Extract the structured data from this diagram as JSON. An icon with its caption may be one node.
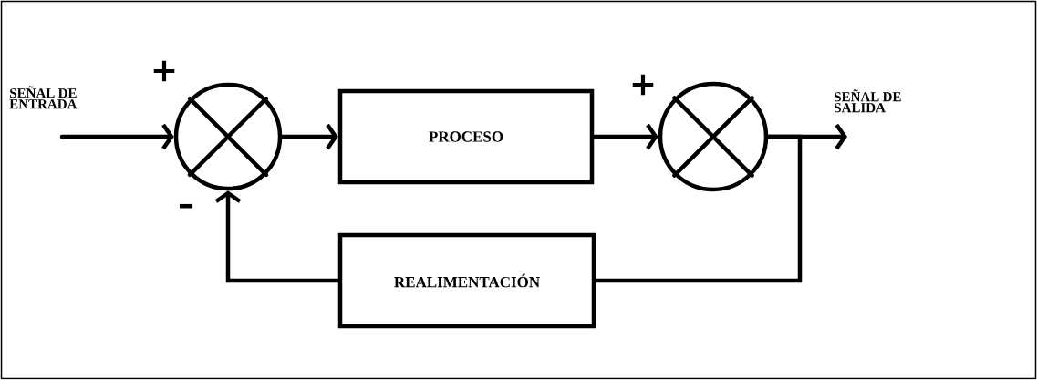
{
  "diagram": {
    "nodes": [
      {
        "text": [],
        "shape": "circle"
      },
      {
        "text": [
          "PROCESO"
        ]
      },
      {
        "text": [],
        "shape": "circle"
      },
      {
        "text": [
          "REALIMENTACIÓN"
        ]
      }
    ],
    "edges": [
      {
        "from": null,
        "to": 0,
        "arrow": "to"
      },
      {
        "from": 0,
        "to": 1,
        "arrow": "to"
      },
      {
        "from": 1,
        "to": 2,
        "arrow": "to"
      },
      {
        "from": 2,
        "to": null,
        "arrow": "to"
      },
      {
        "from": 2,
        "to": 3,
        "arrow": "none"
      },
      {
        "from": 3,
        "to": 0,
        "arrow": "to"
      }
    ],
    "labels": [
      "SEÑAL DE ENTRADA",
      "+",
      "–",
      "+",
      "SEÑAL DE SALIDA"
    ]
  }
}
